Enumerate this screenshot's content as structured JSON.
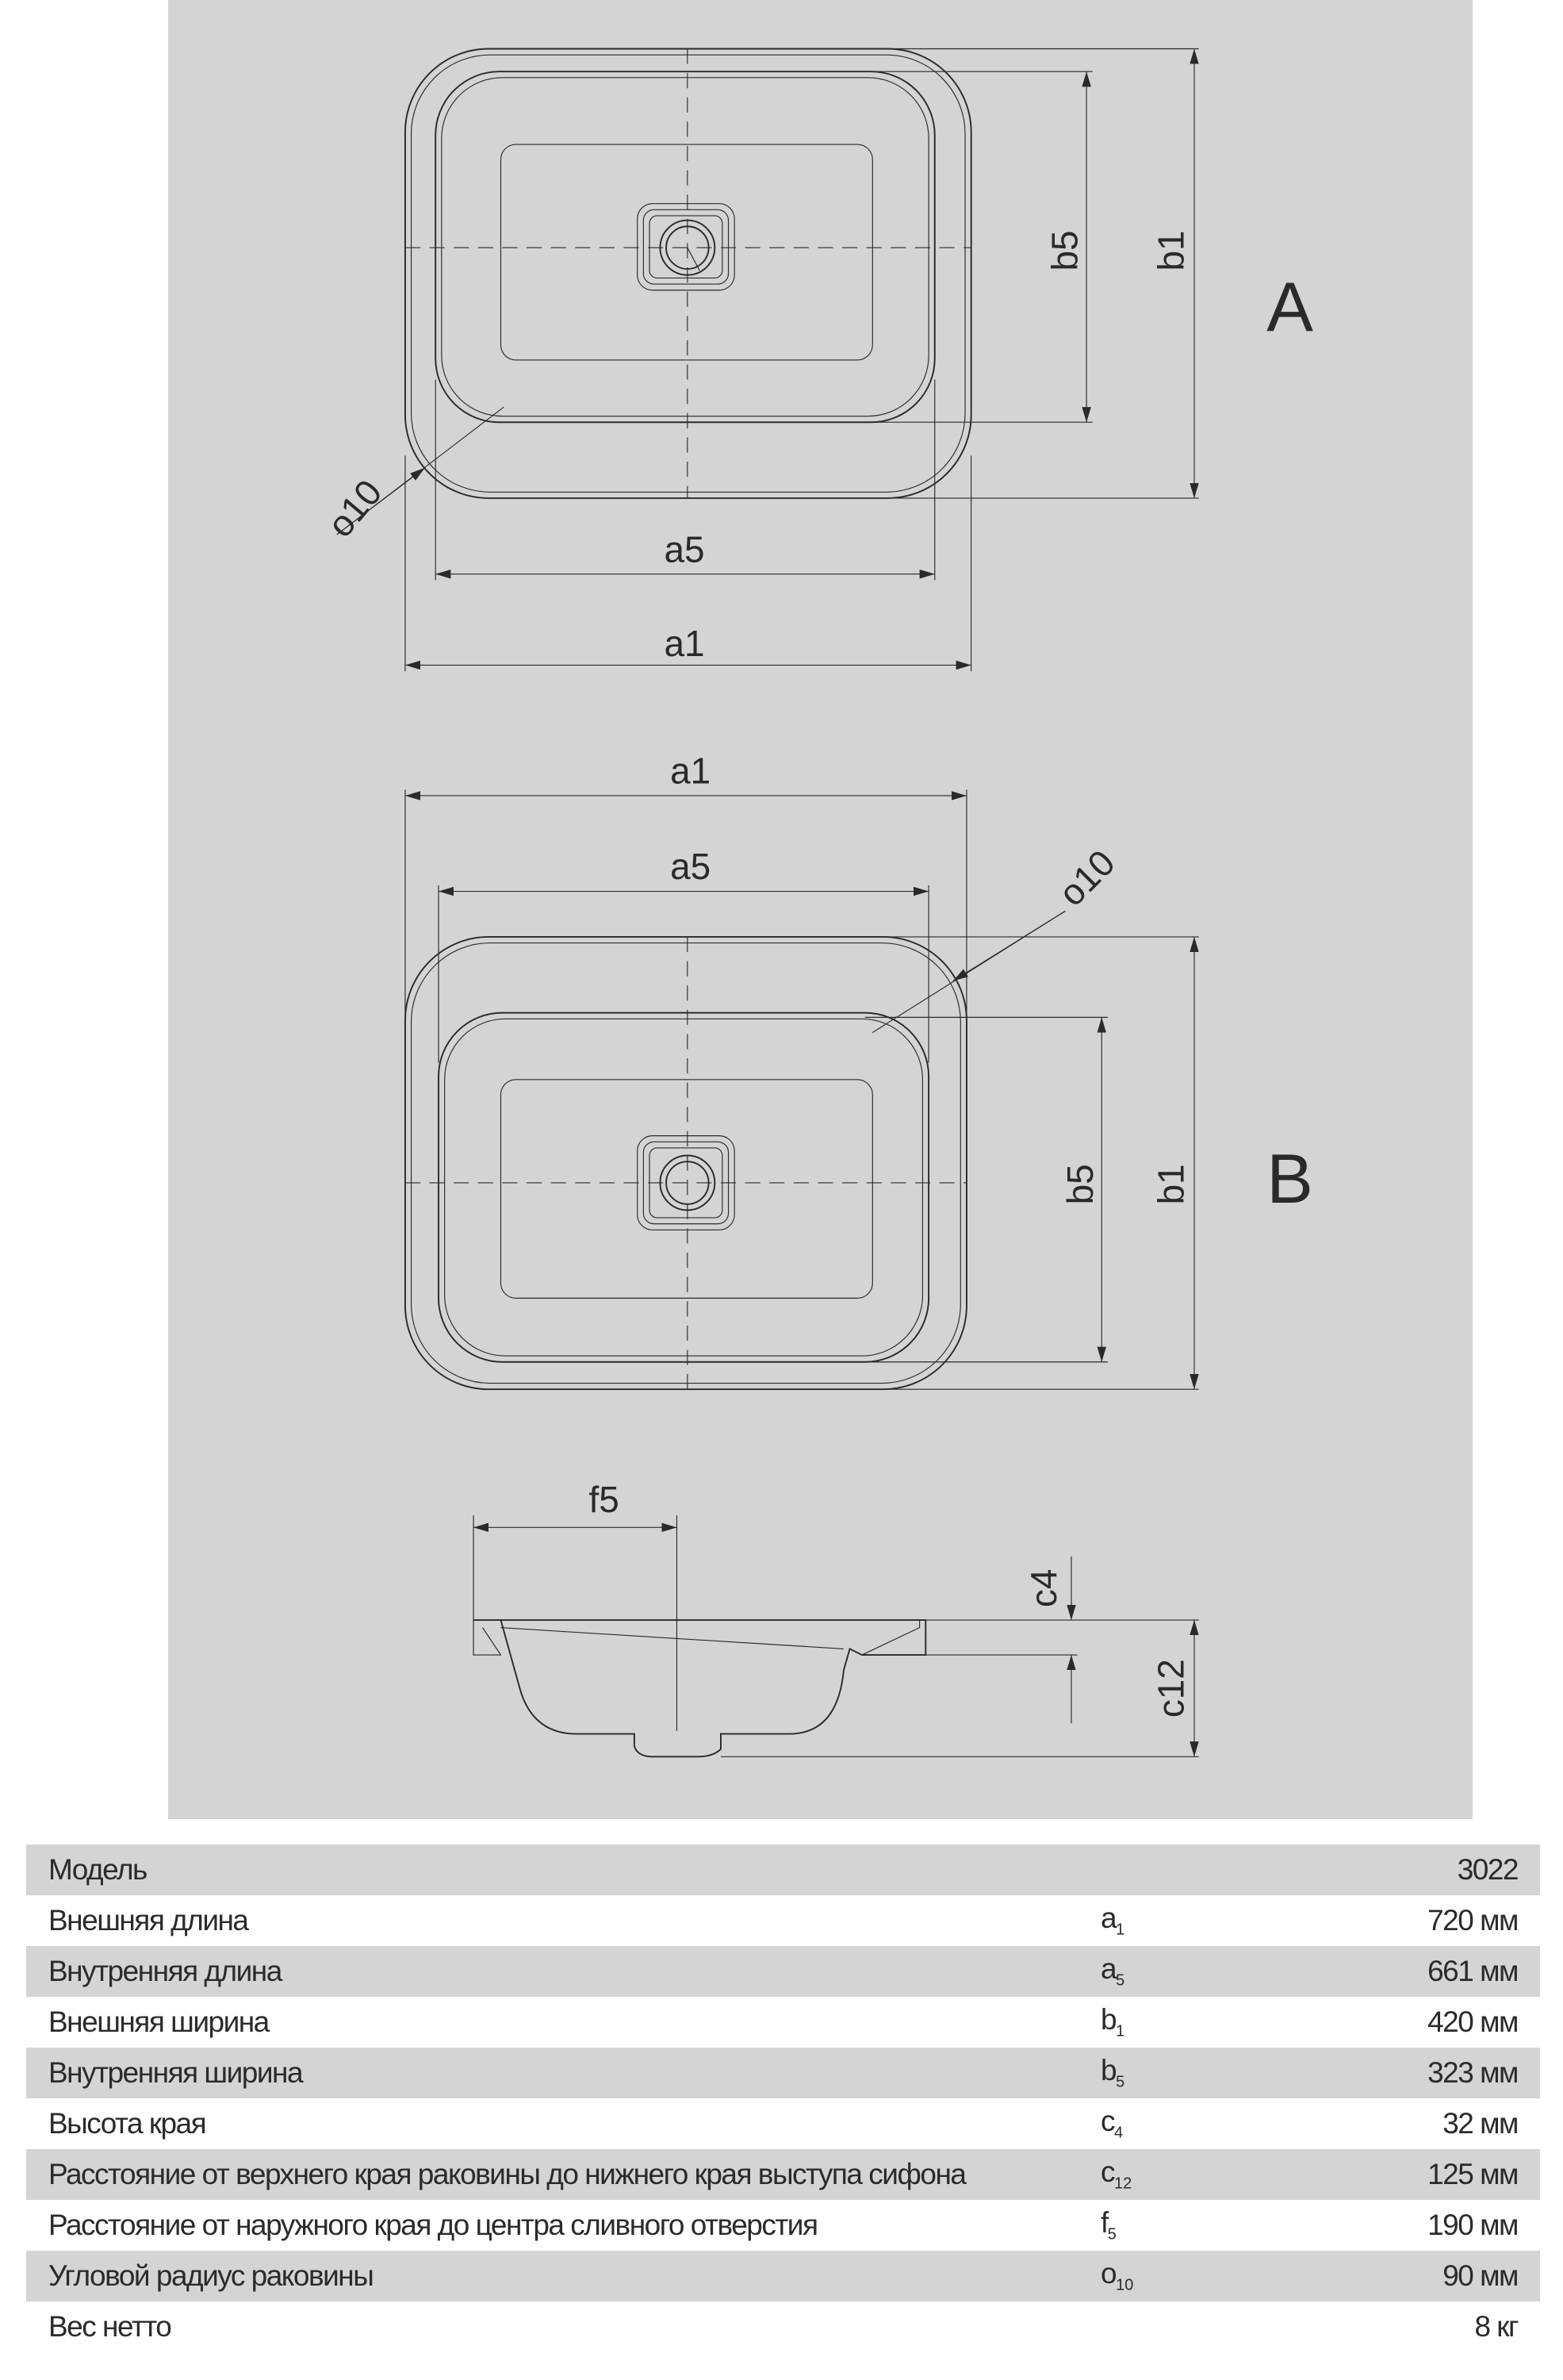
{
  "views": {
    "top_view_label": "A",
    "front_view_label": "B",
    "dimensions": {
      "a1": "a1",
      "a5": "a5",
      "b1": "b1",
      "b5": "b5",
      "o10": "o10",
      "f5": "f5",
      "c4": "c4",
      "c12": "c12"
    }
  },
  "table": {
    "header": {
      "label": "Модель",
      "value": "3022"
    },
    "rows": [
      {
        "label": "Внешняя длина",
        "sym": "a",
        "sub": "1",
        "value": "720 мм"
      },
      {
        "label": "Внутренняя длина",
        "sym": "a",
        "sub": "5",
        "value": "661 мм"
      },
      {
        "label": "Внешняя ширина",
        "sym": "b",
        "sub": "1",
        "value": "420 мм"
      },
      {
        "label": "Внутренняя ширина",
        "sym": "b",
        "sub": "5",
        "value": "323 мм"
      },
      {
        "label": "Высота края",
        "sym": "c",
        "sub": "4",
        "value": "32 мм"
      },
      {
        "label": "Расстояние от верхнего края раковины до нижнего края выступа сифона",
        "sym": "c",
        "sub": "12",
        "value": "125 мм"
      },
      {
        "label": "Расстояние от наружного края до центра сливного отверстия",
        "sym": "f",
        "sub": "5",
        "value": "190 мм"
      },
      {
        "label": "Угловой радиус раковины",
        "sym": "o",
        "sub": "10",
        "value": "90 мм"
      },
      {
        "label": "Вес нетто",
        "sym": "",
        "sub": "",
        "value": "8 кг"
      }
    ]
  }
}
